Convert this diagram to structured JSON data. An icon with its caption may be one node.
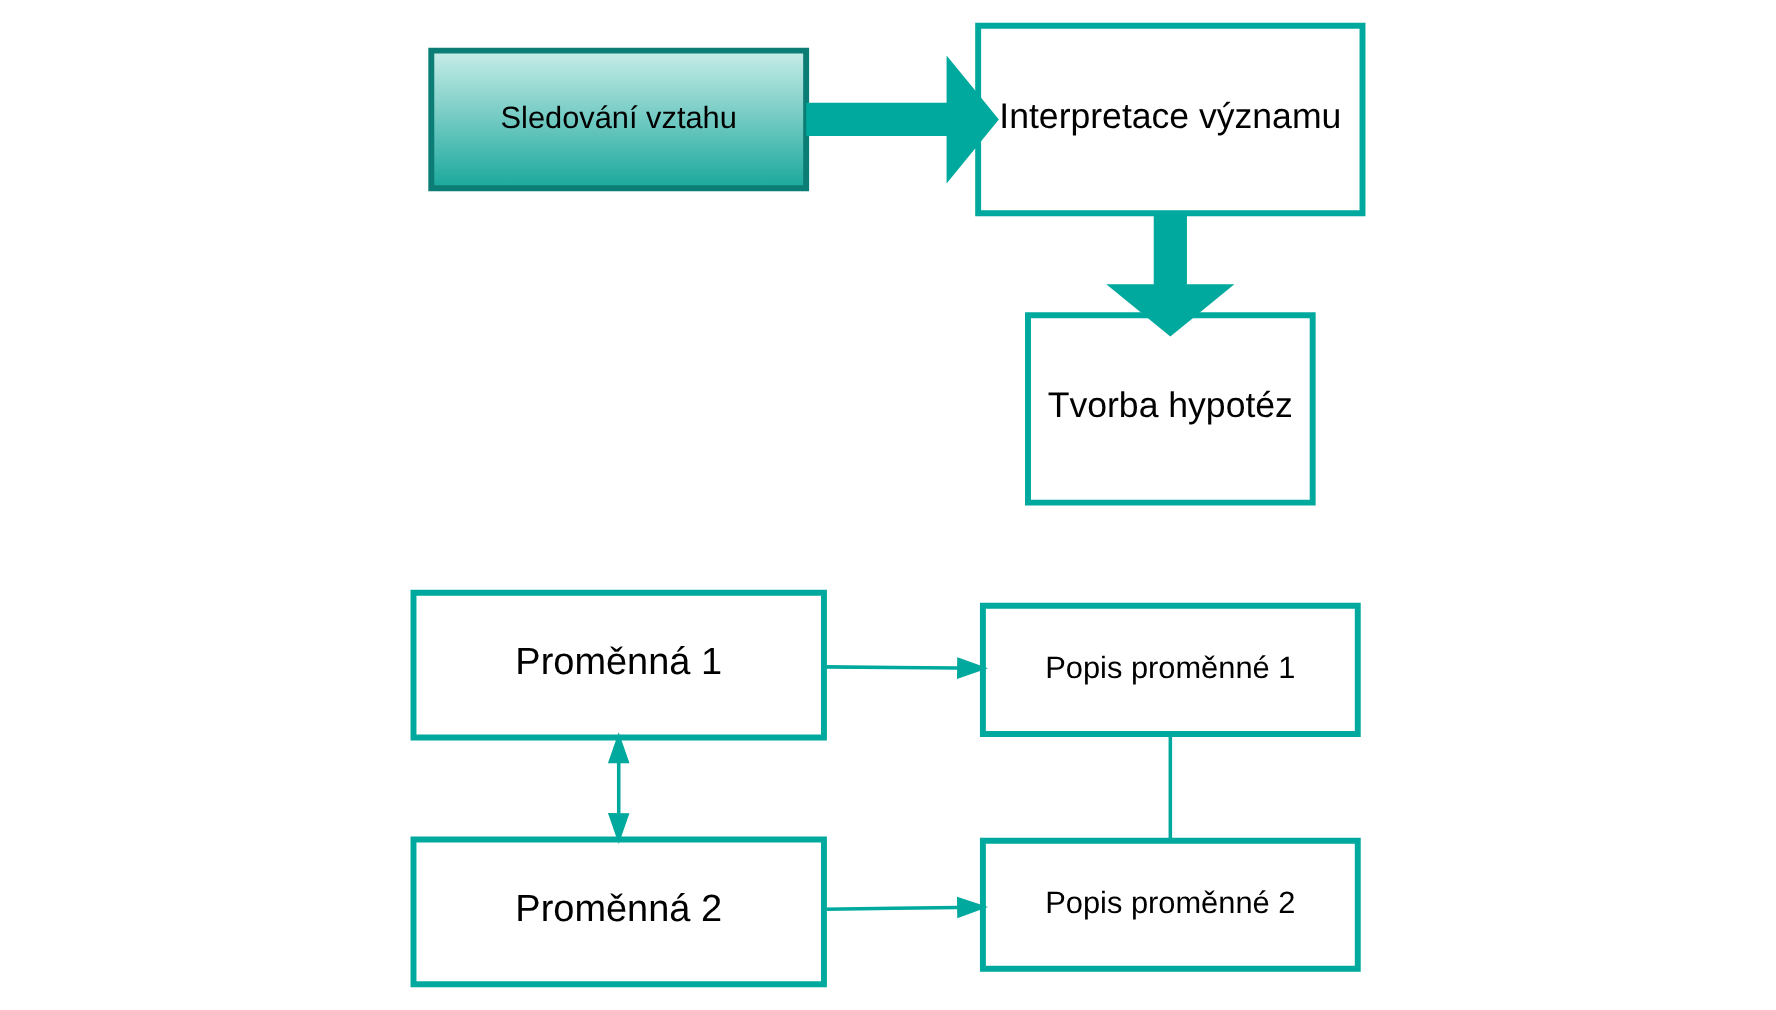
{
  "diagram": {
    "nodes": [
      {
        "text": [
          "Proměnná 1"
        ]
      },
      {
        "text": [
          "Popis proměnné 1"
        ]
      },
      {
        "text": [
          "Sledování vztahu"
        ]
      },
      {
        "text": [
          "Interpretace významu"
        ]
      },
      {
        "text": [
          "Proměnná 2"
        ]
      },
      {
        "text": [
          "Popis proměnné 2"
        ]
      },
      {
        "text": [
          "Tvorba hypotéz"
        ]
      }
    ],
    "edges": [
      {
        "from": 0,
        "to": 1,
        "arrow": "to"
      },
      {
        "from": 0,
        "to": 4,
        "arrow": "both"
      },
      {
        "from": 4,
        "to": 5,
        "arrow": "to"
      },
      {
        "from": 1,
        "to": 5,
        "arrow": "none"
      },
      {
        "from": 2,
        "to": 3,
        "arrow": "to",
        "style": "thick"
      },
      {
        "from": 3,
        "to": 6,
        "arrow": "to",
        "style": "thick"
      }
    ]
  }
}
